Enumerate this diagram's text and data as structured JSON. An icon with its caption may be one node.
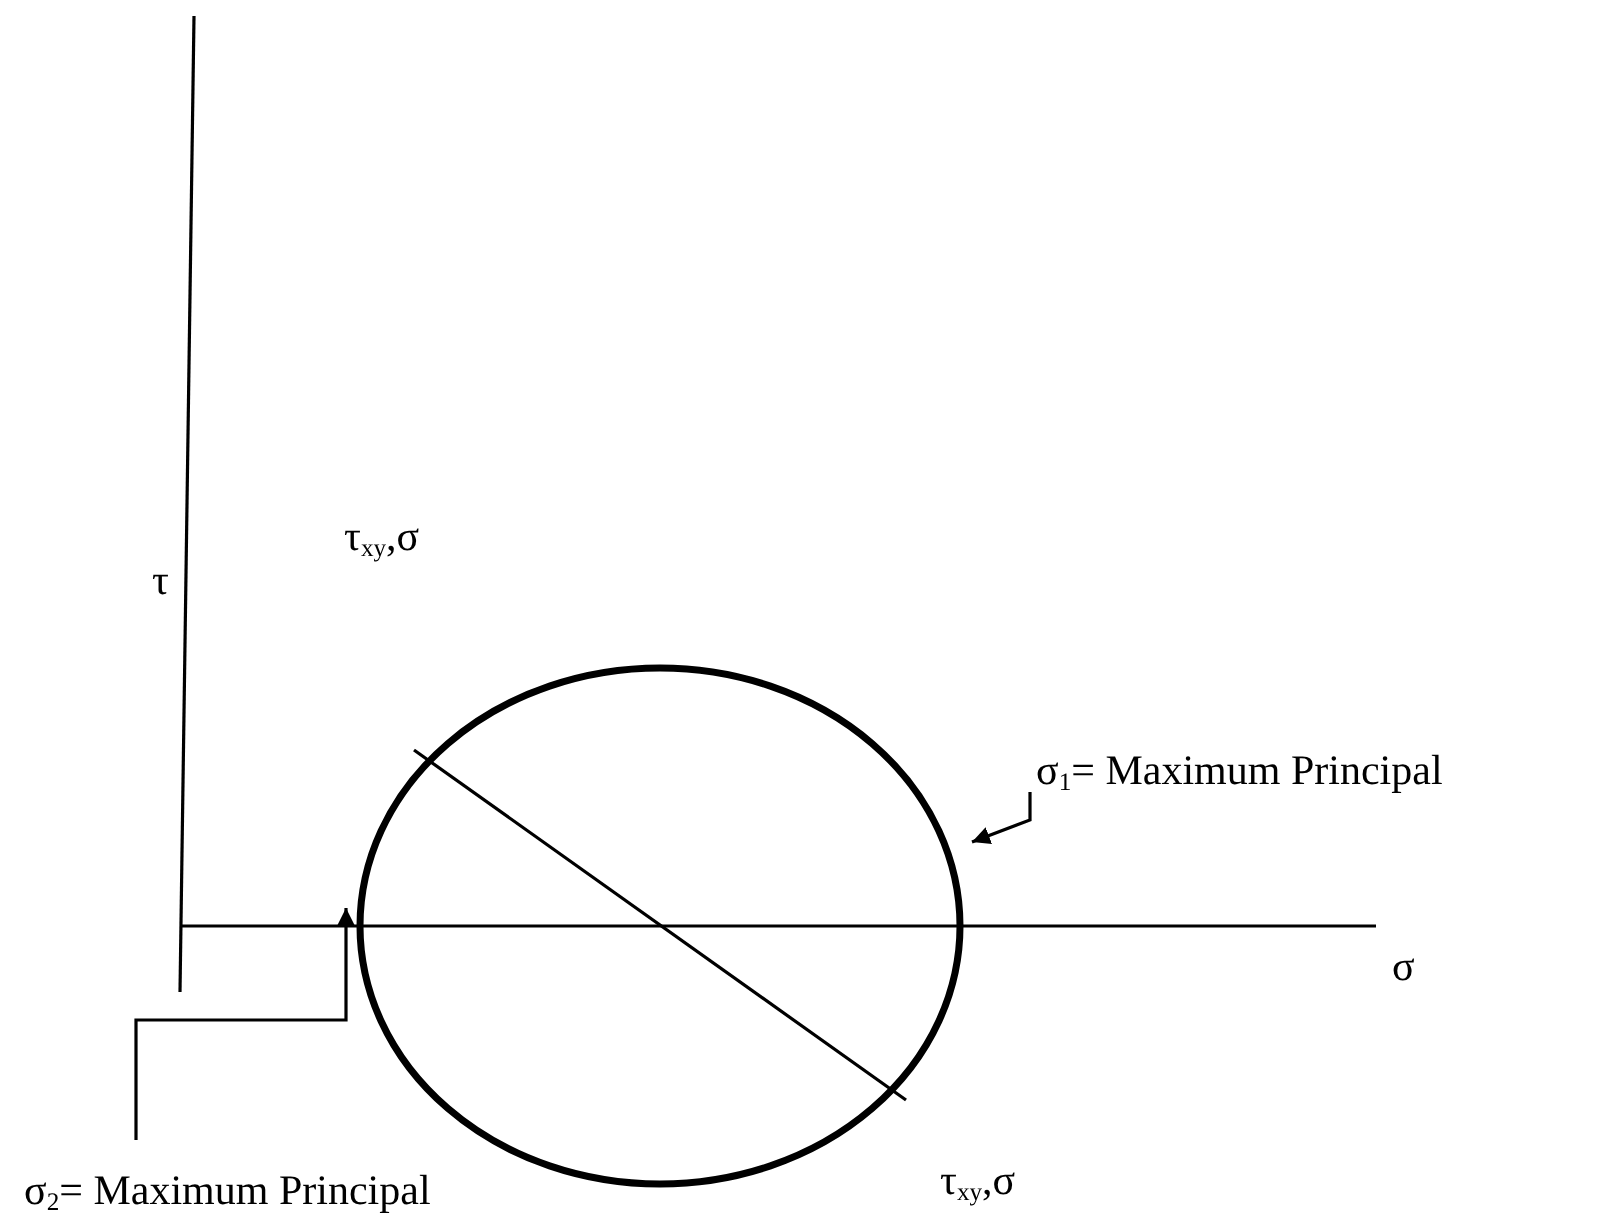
{
  "diagram": {
    "nodes": [
      {
        "text": [],
        "shape": "circle"
      },
      {
        "text": [
          "σ$_{1}$= Maximum Principal"
        ]
      },
      {
        "text": [
          "σ$_{2}$= Maximum Principal"
        ]
      }
    ],
    "edges": [
      {
        "from": 1,
        "to": 0,
        "arrow": "to"
      },
      {
        "from": 2,
        "to": 0,
        "arrow": "to"
      }
    ],
    "labels": [
      "τ",
      "τ$_{xy}$,σ",
      "σ",
      "τ$_{xy}$,σ"
    ]
  }
}
